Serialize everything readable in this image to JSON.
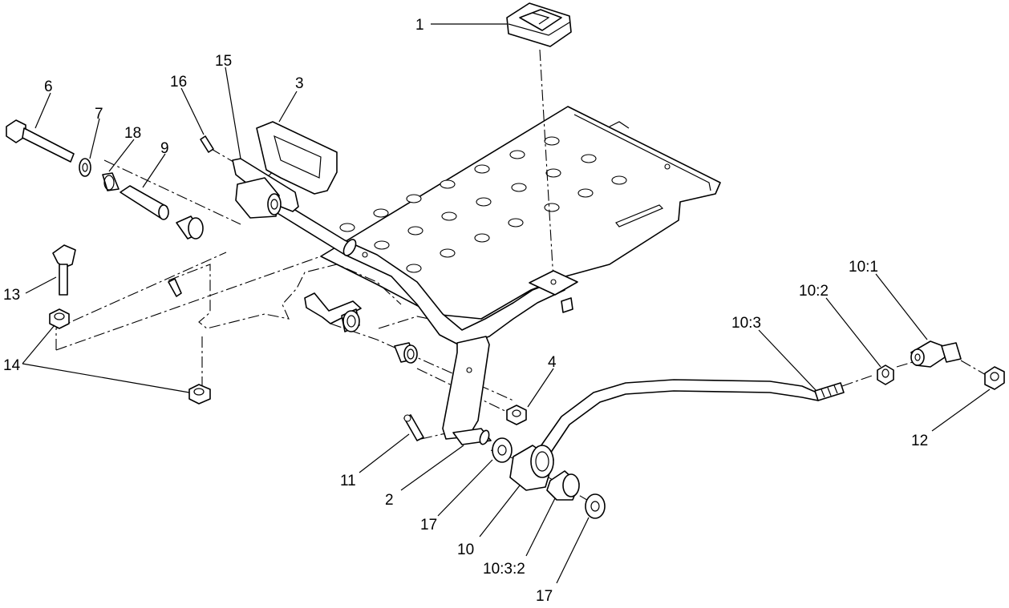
{
  "diagram": {
    "callouts": {
      "c1": "1",
      "c2": "2",
      "c3": "3",
      "c4": "4",
      "c6": "6",
      "c7": "7",
      "c9": "9",
      "c10": "10",
      "c10_1": "10:1",
      "c10_2": "10:2",
      "c10_3": "10:3",
      "c10_3_2": "10:3:2",
      "c11": "11",
      "c12": "12",
      "c13": "13",
      "c14": "14",
      "c15": "15",
      "c16": "16",
      "c17a": "17",
      "c17b": "17",
      "c18": "18"
    }
  }
}
